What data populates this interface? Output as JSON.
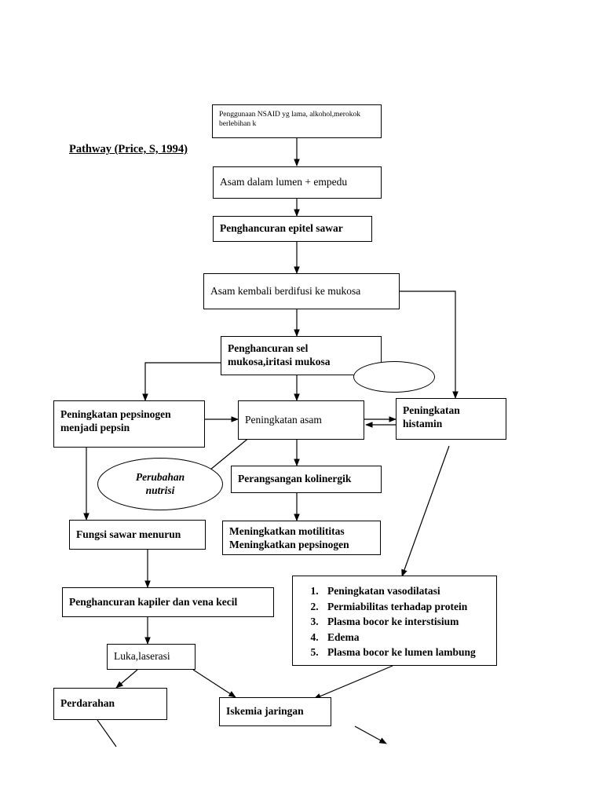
{
  "diagram": {
    "title": "Pathway (Price, S, 1994)",
    "type": "flowchart",
    "nodes": [
      {
        "id": "n1",
        "label": "Penggunaan NSAID yg lama, alkohol,merokok berlebihan k",
        "shape": "rect",
        "style": "small"
      },
      {
        "id": "n2",
        "label": "Asam dalam lumen + empedu",
        "shape": "rect",
        "style": "normal"
      },
      {
        "id": "n3",
        "label": "Penghancuran epitel sawar",
        "shape": "rect",
        "style": "bold"
      },
      {
        "id": "n4",
        "label": "Asam kembali berdifusi ke mukosa",
        "shape": "rect",
        "style": "normal"
      },
      {
        "id": "n5",
        "label": "Penghancuran sel mukosa,iritasi mukosa",
        "shape": "rect",
        "style": "bold"
      },
      {
        "id": "n6",
        "label": "",
        "shape": "ellipse",
        "style": "normal"
      },
      {
        "id": "n7",
        "label": "Peningkatan pepsinogen menjadi pepsin",
        "shape": "rect",
        "style": "bold"
      },
      {
        "id": "n8",
        "label": "Peningkatan asam",
        "shape": "rect",
        "style": "normal"
      },
      {
        "id": "n9",
        "label": "Peningkatan histamin",
        "shape": "rect",
        "style": "bold"
      },
      {
        "id": "n10",
        "label": "Perubahan nutrisi",
        "shape": "ellipse",
        "style": "italic-bold"
      },
      {
        "id": "n11",
        "label": "Perangsangan kolinergik",
        "shape": "rect",
        "style": "bold"
      },
      {
        "id": "n12",
        "label": "Fungsi sawar menurun",
        "shape": "rect",
        "style": "bold"
      },
      {
        "id": "n13",
        "label": "Meningkatkan motilititas Meningkatkan pepsinogen",
        "shape": "rect",
        "style": "bold"
      },
      {
        "id": "n14",
        "label": "Penghancuran kapiler dan vena kecil",
        "shape": "rect",
        "style": "bold"
      },
      {
        "id": "n15",
        "label": "Luka,laserasi",
        "shape": "rect",
        "style": "normal"
      },
      {
        "id": "n16",
        "label": "Perdarahan",
        "shape": "rect",
        "style": "bold"
      },
      {
        "id": "n17",
        "label": "Iskemia jaringan",
        "shape": "rect",
        "style": "bold"
      }
    ],
    "list_node": {
      "id": "n18",
      "items": [
        "Peningkatan vasodilatasi",
        "Permiabilitas terhadap protein",
        "Plasma bocor ke interstisium",
        "Edema",
        "Plasma bocor ke lumen lambung"
      ]
    },
    "node_text": {
      "n5_line1": "Penghancuran sel",
      "n5_line2": "mukosa,iritasi mukosa",
      "n7_line1": "Peningkatan pepsinogen",
      "n7_line2": "menjadi pepsin",
      "n9_line1": "Peningkatan",
      "n9_line2": "histamin",
      "n10_line1": "Perubahan",
      "n10_line2": "nutrisi",
      "n13_line1": "Meningkatkan motilititas",
      "n13_line2": "Meningkatkan pepsinogen"
    }
  },
  "colors": {
    "stroke": "#000000",
    "fill": "#ffffff",
    "text": "#000000"
  }
}
